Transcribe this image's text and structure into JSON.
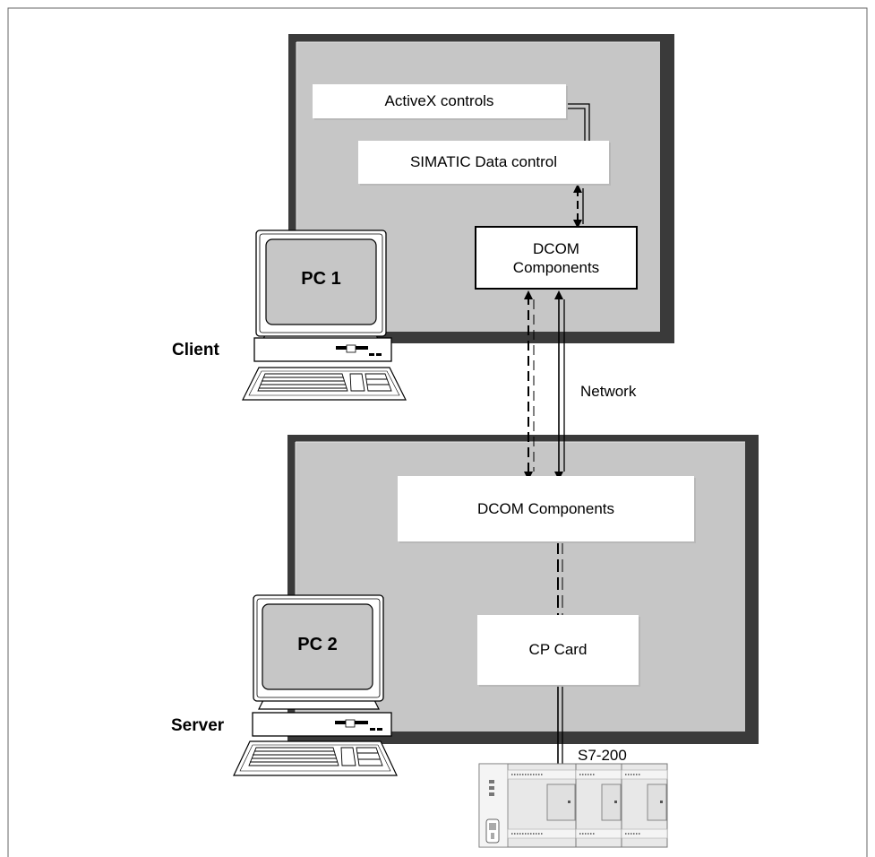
{
  "client_panel": {
    "activex_label": "ActiveX controls",
    "simatic_label": "SIMATIC Data control",
    "dcom_label_line1": "DCOM",
    "dcom_label_line2": "Components"
  },
  "server_panel": {
    "dcom_label": "DCOM Components",
    "cp_card_label": "CP Card"
  },
  "pc1": {
    "screen_label": "PC 1",
    "role_label": "Client"
  },
  "pc2": {
    "screen_label": "PC 2",
    "role_label": "Server"
  },
  "network_label": "Network",
  "plc_label": "S7-200",
  "colors": {
    "panel_fill": "#c6c6c6",
    "panel_border": "#3a3a3a",
    "box_fill": "#ffffff"
  }
}
